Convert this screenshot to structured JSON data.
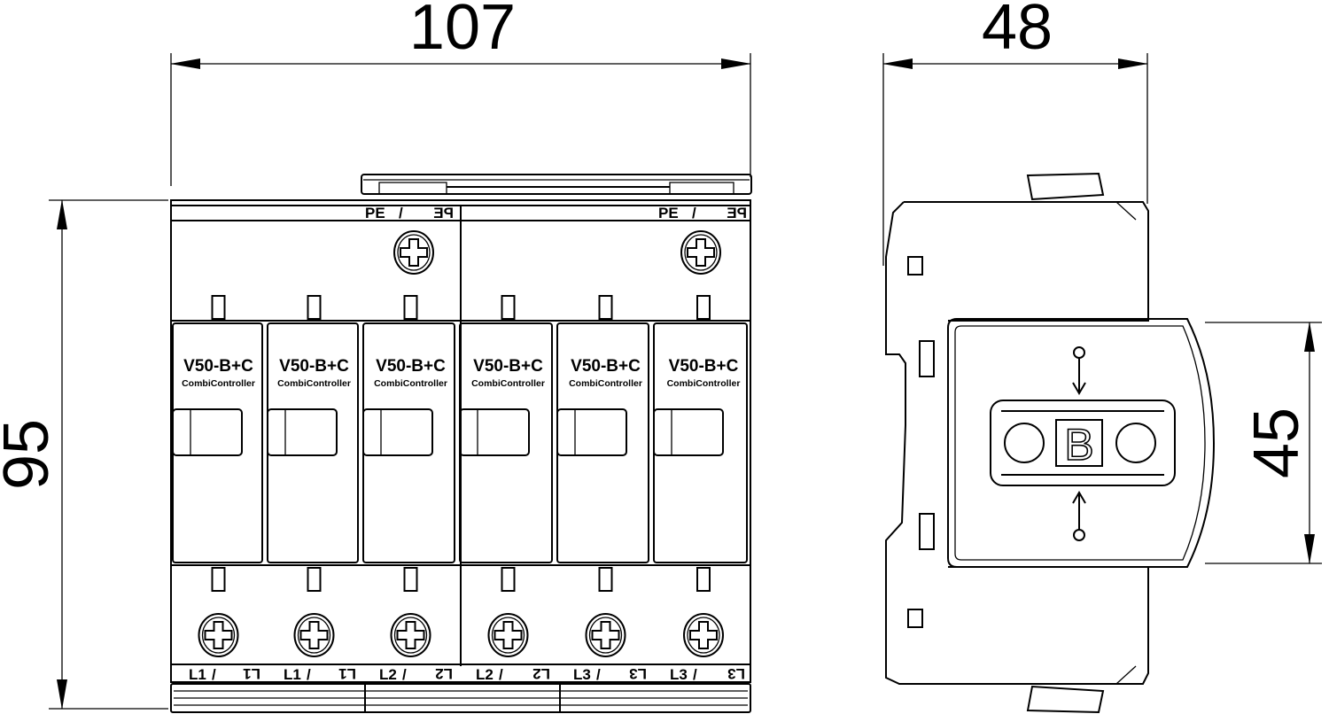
{
  "dimensions": {
    "width_front": "107",
    "height": "95",
    "depth": "48",
    "cover_height": "45"
  },
  "front_view": {
    "top_labels": [
      {
        "text": "PE",
        "mirrored": "PE"
      },
      {
        "text": "PE",
        "mirrored": "PE"
      }
    ],
    "modules": [
      {
        "name": "V50-B+C",
        "sub": "CombiController",
        "terminal": "L1",
        "terminal_mirrored": "L1"
      },
      {
        "name": "V50-B+C",
        "sub": "CombiController",
        "terminal": "L1",
        "terminal_mirrored": "L1"
      },
      {
        "name": "V50-B+C",
        "sub": "CombiController",
        "terminal": "L2",
        "terminal_mirrored": "L2"
      },
      {
        "name": "V50-B+C",
        "sub": "CombiController",
        "terminal": "L2",
        "terminal_mirrored": "L2"
      },
      {
        "name": "V50-B+C",
        "sub": "CombiController",
        "terminal": "L3",
        "terminal_mirrored": "L3"
      },
      {
        "name": "V50-B+C",
        "sub": "CombiController",
        "terminal": "L3",
        "terminal_mirrored": "L3"
      }
    ]
  },
  "side_view": {
    "badge_letter": "B"
  }
}
